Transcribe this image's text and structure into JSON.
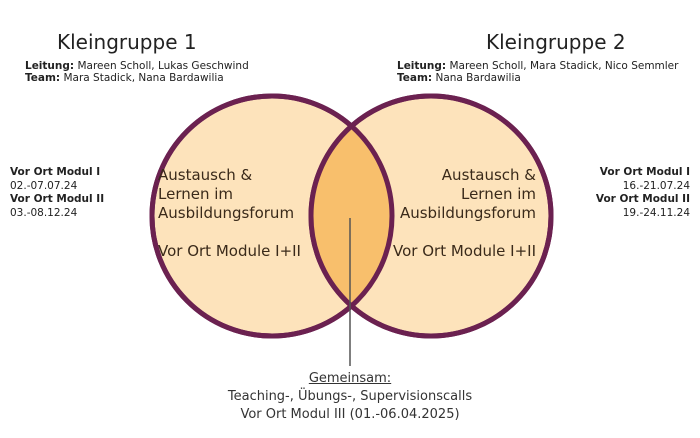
{
  "group1": {
    "title": "Kleingruppe 1",
    "leitung_label": "Leitung:",
    "leitung": "Mareen Scholl, Lukas Geschwind",
    "team_label": "Team:",
    "team": "Mara Stadick, Nana Bardawilia",
    "circle_line1": "Austausch &",
    "circle_line2": "Lernen im",
    "circle_line3": "Ausbildungsforum",
    "circle_line4": "Vor Ort Module I+II",
    "modul1_label": "Vor Ort Modul I",
    "modul1_dates": "02.-07.07.24",
    "modul2_label": "Vor Ort Modul II",
    "modul2_dates": "03.-08.12.24"
  },
  "group2": {
    "title": "Kleingruppe 2",
    "leitung_label": "Leitung:",
    "leitung": "Mareen Scholl, Mara Stadick, Nico Semmler",
    "team_label": "Team:",
    "team": "Nana Bardawilia",
    "circle_line1": "Austausch &",
    "circle_line2": "Lernen im",
    "circle_line3": "Ausbildungsforum",
    "circle_line4": "Vor Ort Module I+II",
    "modul1_label": "Vor Ort Modul I",
    "modul1_dates": "16.-21.07.24",
    "modul2_label": "Vor Ort Modul II",
    "modul2_dates": "19.-24.11.24"
  },
  "shared": {
    "heading": "Gemeinsam:",
    "line1": "Teaching-, Übungs-, Supervisionscalls",
    "line2": "Vor Ort Modul III (01.-06.04.2025)"
  },
  "colors": {
    "circle_fill": "#fde3bb",
    "intersection_fill": "#f8bf6c",
    "circle_stroke": "#6b2150",
    "pointer_line": "#555555"
  }
}
